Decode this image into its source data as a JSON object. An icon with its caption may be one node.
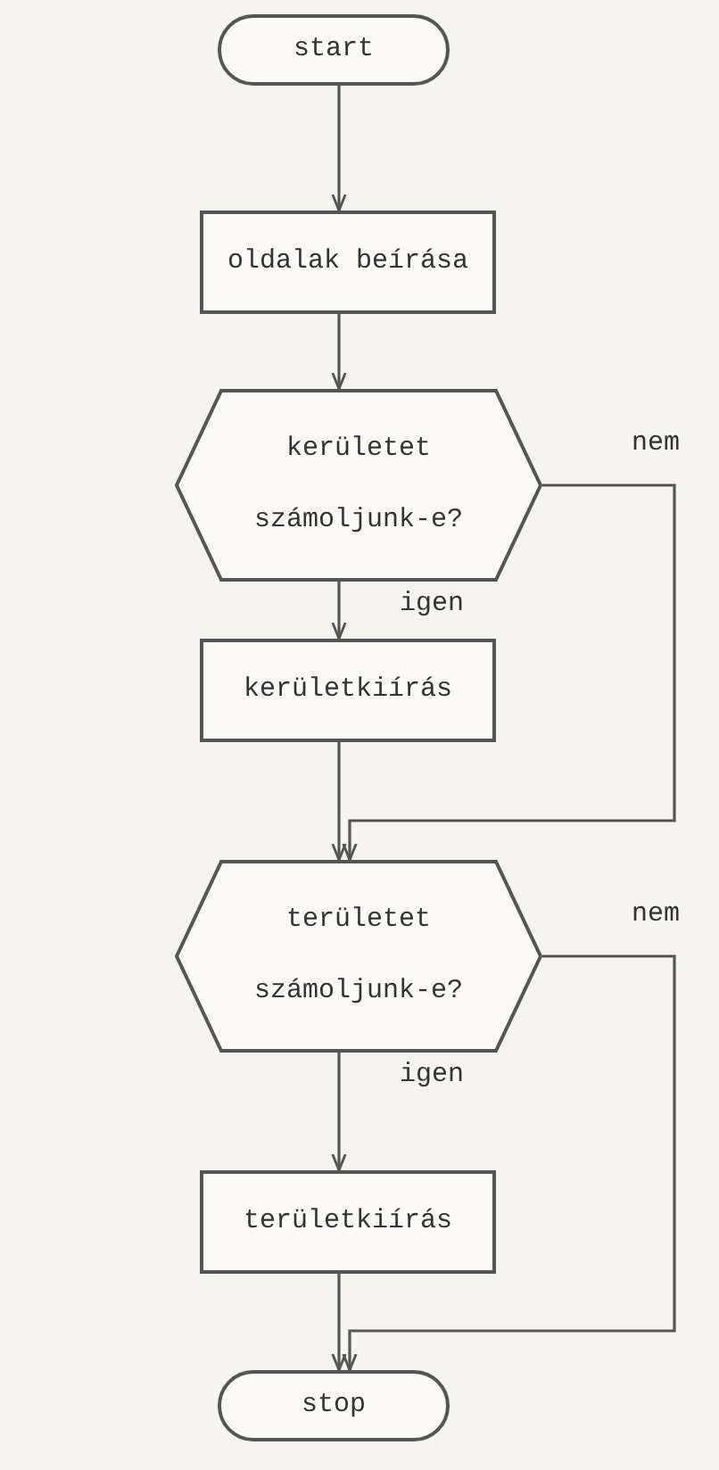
{
  "diagram": {
    "nodes": [
      {
        "text": [
          "start"
        ]
      },
      {
        "text": [
          "oldalak beírása"
        ]
      },
      {
        "text": [
          "kerületet számoljunk-e?"
        ]
      },
      {
        "text": [
          "kerületkiírás"
        ]
      },
      {
        "text": [
          "területet számoljunk-e?"
        ]
      },
      {
        "text": [
          "területkiírás"
        ]
      },
      {
        "text": [
          "stop"
        ]
      }
    ],
    "edges": [
      {
        "from": 0,
        "to": 1,
        "arrow": "to"
      },
      {
        "from": 1,
        "to": 2,
        "arrow": "to"
      },
      {
        "from": 2,
        "to": 3,
        "arrow": "to",
        "label": "igen"
      },
      {
        "from": 2,
        "to": 4,
        "arrow": "to",
        "label": "nem"
      },
      {
        "from": 3,
        "to": 4,
        "arrow": "to"
      },
      {
        "from": 4,
        "to": 5,
        "arrow": "to",
        "label": "igen"
      },
      {
        "from": 4,
        "to": 6,
        "arrow": "to",
        "label": "nem"
      },
      {
        "from": 5,
        "to": 6,
        "arrow": "to"
      }
    ]
  }
}
